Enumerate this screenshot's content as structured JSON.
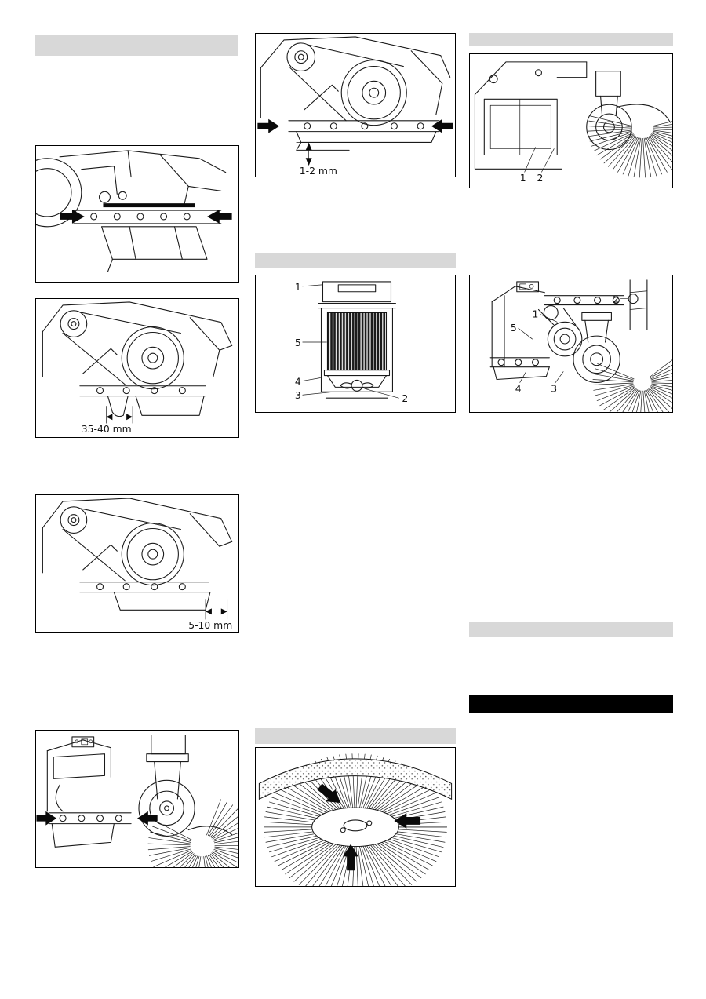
{
  "page": {
    "bg": "#ffffff",
    "bar_gray": "#d8d8d8",
    "bar_black": "#000000"
  },
  "section_bars": {
    "left_top": "",
    "middle_air_filter": "",
    "middle_side_brush": "",
    "right_top": "",
    "right_lower": "",
    "right_chapter": ""
  },
  "figures": {
    "rear_seal": {
      "dimension": "35-40 mm"
    },
    "rear_seal_travel": {
      "dimension": "5-10 mm"
    },
    "top_seal": {
      "dimension": "1-2 mm"
    },
    "air_filter": {
      "callouts": {
        "c1": "1",
        "c2": "2",
        "c3": "3",
        "c4": "4",
        "c5": "5"
      }
    },
    "side_brush": {
      "callouts": {
        "c1": "1",
        "c2": "2"
      }
    },
    "caster_assembly": {
      "callouts": {
        "c1": "1",
        "c2": "2",
        "c3": "3",
        "c4": "4",
        "c5": "5"
      }
    }
  }
}
